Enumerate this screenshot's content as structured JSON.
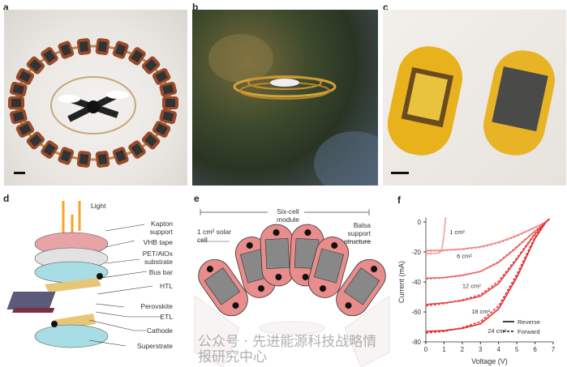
{
  "panel_labels": {
    "a": "a",
    "b": "b",
    "c": "c",
    "d": "d",
    "e": "e",
    "f": "f"
  },
  "panel_d": {
    "light": "Light",
    "layers": [
      "Kapton support",
      "VHB tape",
      "PET/AlOx substrate",
      "Bus bar",
      "HTL",
      "Perovskite",
      "ETL",
      "Cathode",
      "Superstrate"
    ]
  },
  "panel_e": {
    "module_label": "Six-cell module",
    "cell_label": "1 cm² solar cell",
    "support_label": "Balsa support structure"
  },
  "watermark": "公众号 · 先进能源科技战略情报研究中心",
  "chart_data": {
    "type": "line",
    "xlabel": "Voltage (V)",
    "ylabel": "Current (mA)",
    "xlim": [
      0,
      7
    ],
    "ylim": [
      -80,
      3
    ],
    "xticks": [
      0,
      1,
      2,
      3,
      4,
      5,
      6,
      7
    ],
    "yticks": [
      0,
      -20,
      -40,
      -60,
      -80
    ],
    "legend": {
      "placement": "bottom-right",
      "entries": [
        {
          "name": "Reverse",
          "style": "solid"
        },
        {
          "name": "Forward",
          "style": "dashed"
        }
      ]
    },
    "series": [
      {
        "name": "1 cm²",
        "color": "#f3a6a6",
        "label_at": [
          1.3,
          -8
        ],
        "reverse": [
          [
            0,
            -21
          ],
          [
            0.6,
            -20.8
          ],
          [
            0.85,
            -19.5
          ],
          [
            0.95,
            -13
          ],
          [
            1.02,
            -5
          ],
          [
            1.08,
            3
          ]
        ],
        "forward": [
          [
            0,
            -21.5
          ],
          [
            0.6,
            -21
          ],
          [
            0.85,
            -20
          ],
          [
            0.95,
            -14
          ],
          [
            1.03,
            -5
          ],
          [
            1.1,
            3
          ]
        ]
      },
      {
        "name": "6 cm²",
        "color": "#f08a8a",
        "label_at": [
          1.7,
          -24
        ],
        "reverse": [
          [
            0,
            -19
          ],
          [
            1,
            -18.8
          ],
          [
            2,
            -18
          ],
          [
            3,
            -16.5
          ],
          [
            4,
            -13.5
          ],
          [
            5,
            -9
          ],
          [
            6,
            -3.5
          ],
          [
            6.6,
            0
          ],
          [
            6.8,
            2
          ]
        ],
        "forward": [
          [
            0,
            -19.5
          ],
          [
            1,
            -19
          ],
          [
            2,
            -18.3
          ],
          [
            3,
            -17
          ],
          [
            4,
            -14
          ],
          [
            5,
            -9.5
          ],
          [
            6,
            -3.8
          ],
          [
            6.6,
            0
          ],
          [
            6.8,
            2
          ]
        ]
      },
      {
        "name": "12 cm²",
        "color": "#ec6565",
        "label_at": [
          2,
          -44
        ],
        "reverse": [
          [
            0,
            -37.5
          ],
          [
            1,
            -37
          ],
          [
            2,
            -35.5
          ],
          [
            3,
            -33
          ],
          [
            4,
            -27
          ],
          [
            5,
            -17
          ],
          [
            6,
            -6
          ],
          [
            6.6,
            0
          ],
          [
            6.8,
            2
          ]
        ],
        "forward": [
          [
            0,
            -38
          ],
          [
            1,
            -37.3
          ],
          [
            2,
            -35.8
          ],
          [
            3,
            -33
          ],
          [
            4,
            -26.5
          ],
          [
            5,
            -16.5
          ],
          [
            6,
            -6
          ],
          [
            6.6,
            0
          ],
          [
            6.8,
            2
          ]
        ]
      },
      {
        "name": "18 cm²",
        "color": "#e84444",
        "label_at": [
          2.5,
          -61
        ],
        "reverse": [
          [
            0,
            -55
          ],
          [
            1,
            -54
          ],
          [
            2,
            -52.5
          ],
          [
            3,
            -49.5
          ],
          [
            4,
            -41
          ],
          [
            5,
            -25
          ],
          [
            6,
            -8
          ],
          [
            6.6,
            0
          ],
          [
            6.8,
            2
          ]
        ],
        "forward": [
          [
            0,
            -56
          ],
          [
            1,
            -54.5
          ],
          [
            2,
            -52
          ],
          [
            3,
            -48.5
          ],
          [
            4,
            -39.5
          ],
          [
            5,
            -24
          ],
          [
            6,
            -7.5
          ],
          [
            6.6,
            0
          ],
          [
            6.8,
            2
          ]
        ]
      },
      {
        "name": "24 cm²",
        "color": "#e32b2b",
        "label_at": [
          3.4,
          -74
        ],
        "reverse": [
          [
            0,
            -73
          ],
          [
            1,
            -72.5
          ],
          [
            2,
            -71
          ],
          [
            3,
            -68
          ],
          [
            4,
            -58
          ],
          [
            5,
            -37
          ],
          [
            6,
            -11
          ],
          [
            6.6,
            0
          ],
          [
            6.8,
            2
          ]
        ],
        "forward": [
          [
            0,
            -74
          ],
          [
            1,
            -73
          ],
          [
            2,
            -70.5
          ],
          [
            3,
            -66.5
          ],
          [
            4,
            -56
          ],
          [
            5,
            -35
          ],
          [
            6,
            -10
          ],
          [
            6.6,
            0
          ],
          [
            6.8,
            2
          ]
        ]
      }
    ]
  }
}
